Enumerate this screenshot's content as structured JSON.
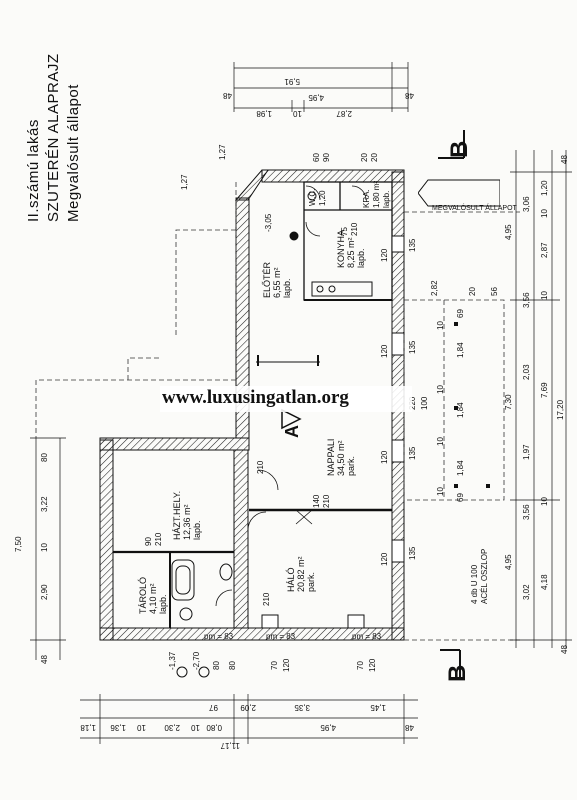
{
  "title": {
    "line1": "II.számú lakás",
    "line2": "SZUTERÉN ALAPRAJZ",
    "line3": "Megvalósult állapot"
  },
  "watermark": "www.luxusingatlan.org",
  "sections": {
    "top": "B",
    "bottom": "B"
  },
  "rooms": [
    {
      "name": "ELŐTÉR",
      "area": "6,55 m²",
      "floor": "lapb."
    },
    {
      "name": "KONYHA",
      "area": "8,25 m²",
      "floor": "lapb."
    },
    {
      "name": "W.C.",
      "area": "1,20",
      "floor": ""
    },
    {
      "name": "KRA.",
      "area": "1,80 m²",
      "floor": "lapb."
    },
    {
      "name": "NAPPALI",
      "area": "34,50 m²",
      "floor": "park."
    },
    {
      "name": "HÁLÓ",
      "area": "20,82 m²",
      "floor": "park."
    },
    {
      "name": "HÁZT.HELY.",
      "area": "12,36 m²",
      "floor": "lapb."
    },
    {
      "name": "TÁROLÓ",
      "area": "4,10 m²",
      "floor": "lapb."
    }
  ],
  "annotations": {
    "existing_state": "MEGVALÓSULT ÁLLAPOT",
    "columns_line1": "4 db U 100",
    "columns_line2": "ACÉL OSZLOP",
    "section_mark_a": "A",
    "level_marks": [
      "pm = 83",
      "pm = 83",
      "pm = 83"
    ],
    "corner_marks": [
      "1,27",
      "1,27"
    ],
    "level_arrows": [
      "-1,37",
      "-2,70",
      "-3,05"
    ]
  },
  "dims_top": [
    "5,91",
    "4,95",
    "48",
    "48",
    "1,98",
    "10",
    "2,87"
  ],
  "dims_right": [
    "48",
    "3,06",
    "1,20",
    "10",
    "2,87",
    "10",
    "3,56",
    "7,69",
    "2,03",
    "1,97",
    "4,95",
    "3,56",
    "10",
    "4,18",
    "3,02",
    "48",
    "7,30",
    "17,20"
  ],
  "dims_left": [
    "7,50",
    "80",
    "3,22",
    "10",
    "2,90",
    "48"
  ],
  "dims_bottom": [
    "11,17",
    "4,95",
    "1,18",
    "1,36",
    "10",
    "2,30",
    "10",
    "0,80",
    "2,09",
    "3,35",
    "1,45",
    "97",
    "48"
  ],
  "openings": [
    "135",
    "120",
    "135",
    "120",
    "135",
    "120",
    "135",
    "120",
    "210",
    "210",
    "210",
    "90",
    "210",
    "60",
    "90",
    "75",
    "210",
    "140",
    "210",
    "80",
    "80",
    "70",
    "120",
    "70",
    "120",
    "100",
    "220",
    "1,84",
    "1,84",
    "1,84",
    "69",
    "69",
    "10",
    "10",
    "10",
    "10",
    "20",
    "20",
    "20",
    "2,82",
    "2,82",
    "56",
    "48"
  ]
}
